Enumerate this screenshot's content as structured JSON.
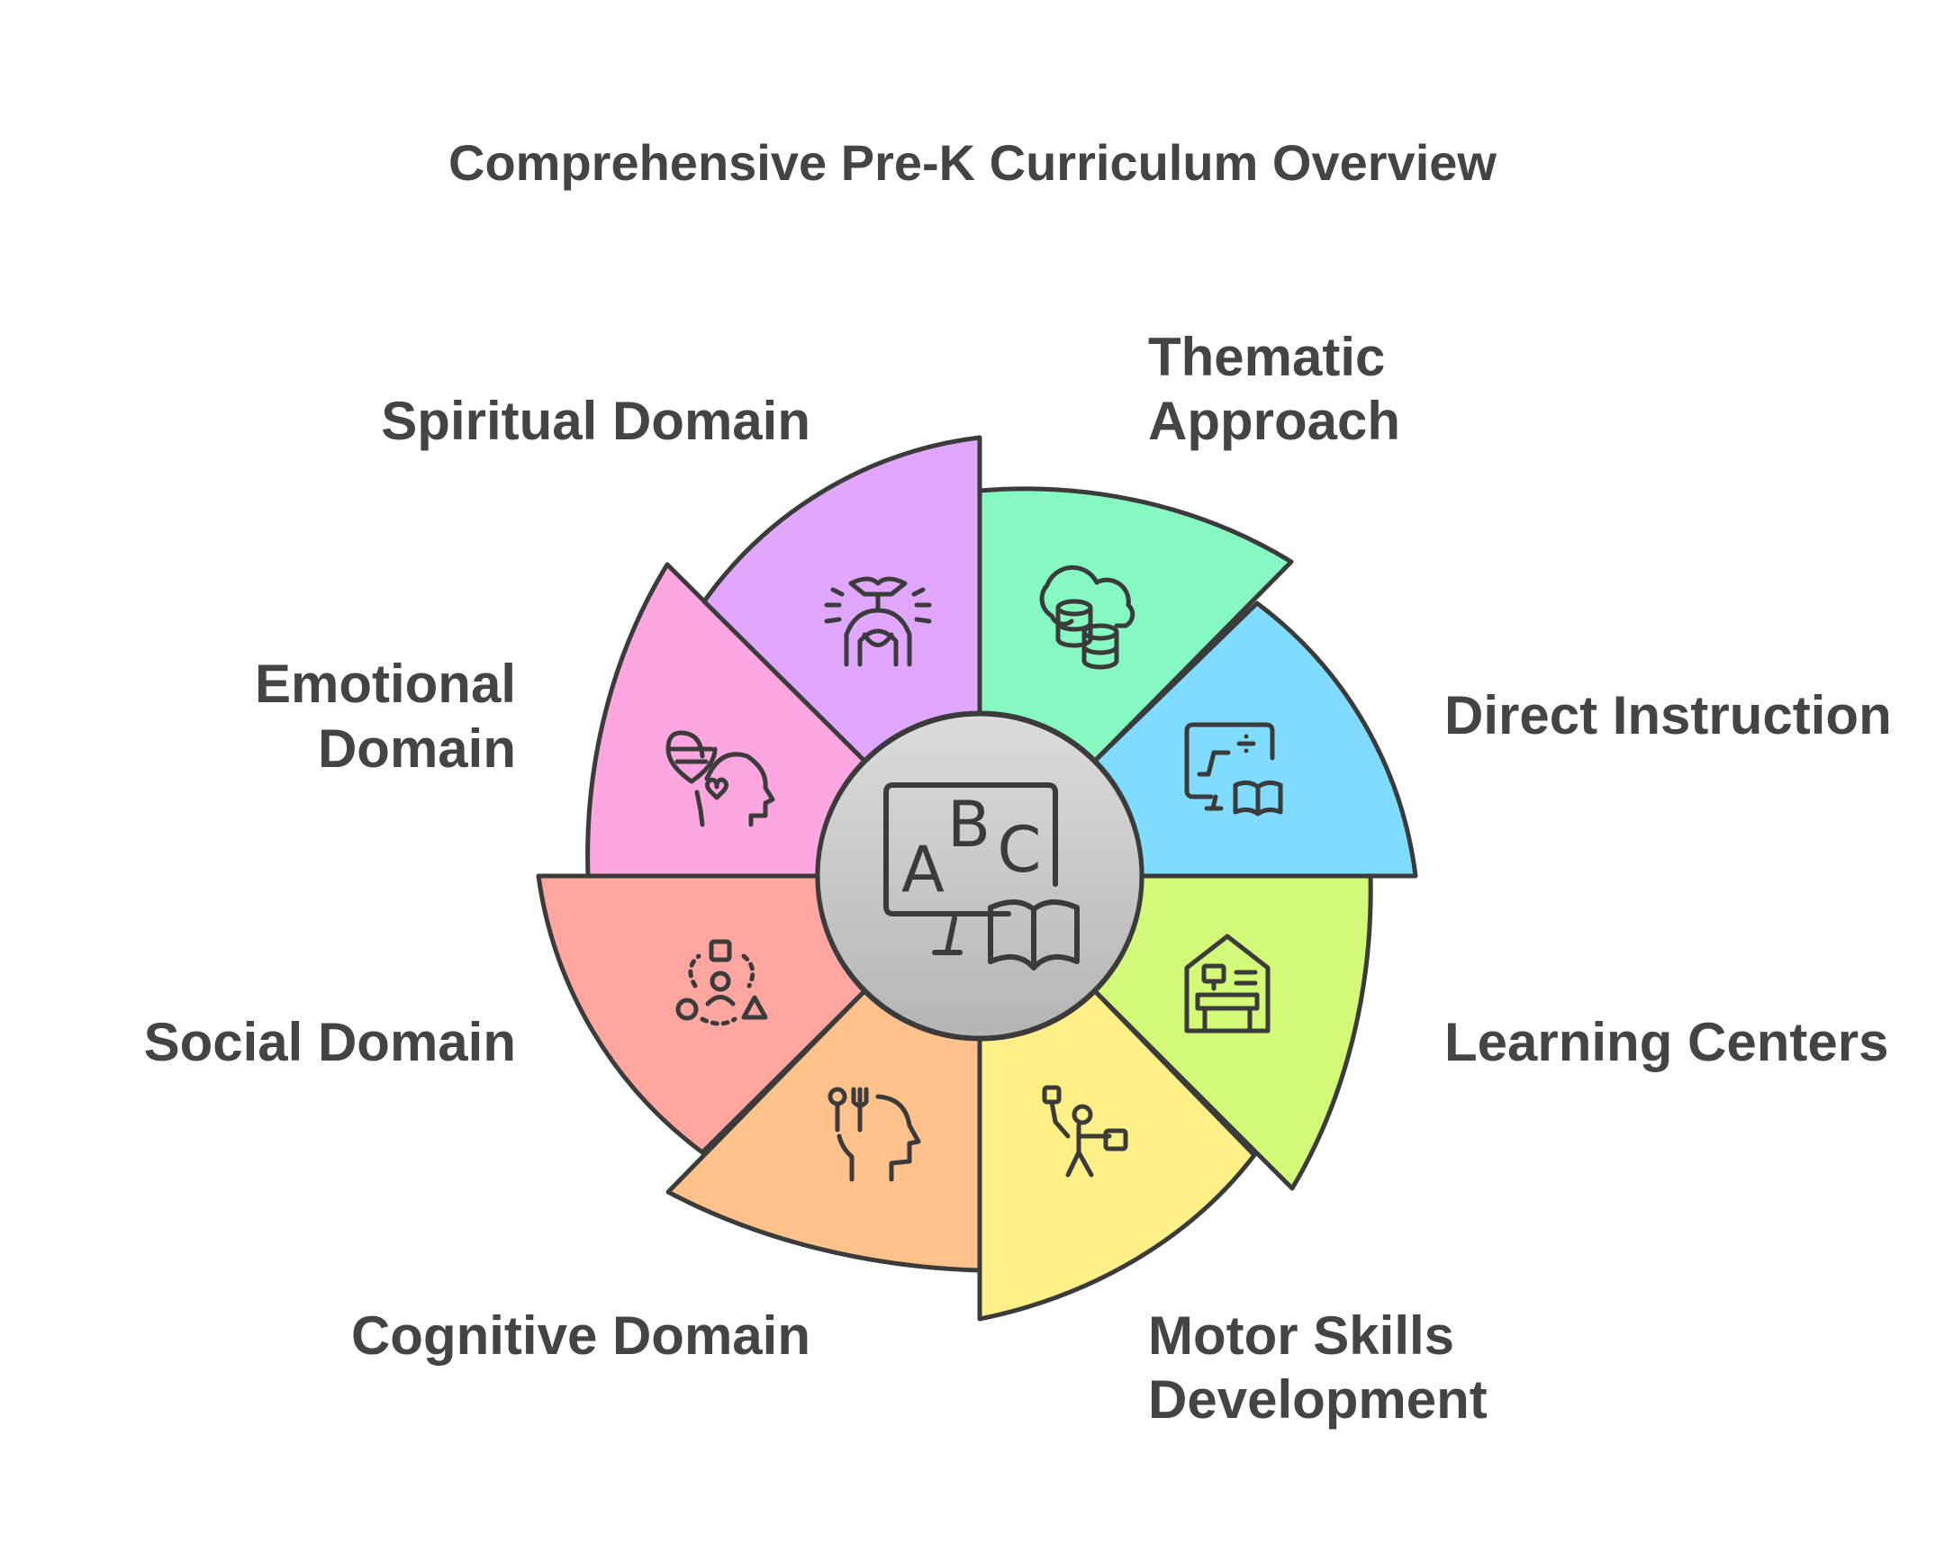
{
  "title": "Comprehensive Pre-K Curriculum Overview",
  "segments": [
    {
      "id": "thematic-approach",
      "lines": [
        "Thematic",
        "Approach"
      ],
      "color": "#86f9c2",
      "icon": "cloud-database-icon"
    },
    {
      "id": "direct-instruction",
      "lines": [
        "Direct Instruction"
      ],
      "color": "#7fdcff",
      "icon": "teaching-board-book-icon"
    },
    {
      "id": "learning-centers",
      "lines": [
        "Learning Centers"
      ],
      "color": "#d2fa78",
      "icon": "classroom-house-icon"
    },
    {
      "id": "motor-skills-development",
      "lines": [
        "Motor Skills",
        "Development"
      ],
      "color": "#fff187",
      "icon": "active-child-icon"
    },
    {
      "id": "cognitive-domain",
      "lines": [
        "Cognitive Domain"
      ],
      "color": "#ffc28a",
      "icon": "head-thinking-icon"
    },
    {
      "id": "social-domain",
      "lines": [
        "Social Domain"
      ],
      "color": "#fea69f",
      "icon": "social-shapes-icon"
    },
    {
      "id": "emotional-domain",
      "lines": [
        "Emotional",
        "Domain"
      ],
      "color": "#fda6df",
      "icon": "heart-head-icon"
    },
    {
      "id": "spiritual-domain",
      "lines": [
        "Spiritual Domain"
      ],
      "color": "#e1a7fe",
      "icon": "spiritual-figure-icon"
    }
  ],
  "center": {
    "icon": "abc-book-icon",
    "letters": [
      "A",
      "B",
      "C"
    ],
    "color": "#c9c9c9"
  }
}
